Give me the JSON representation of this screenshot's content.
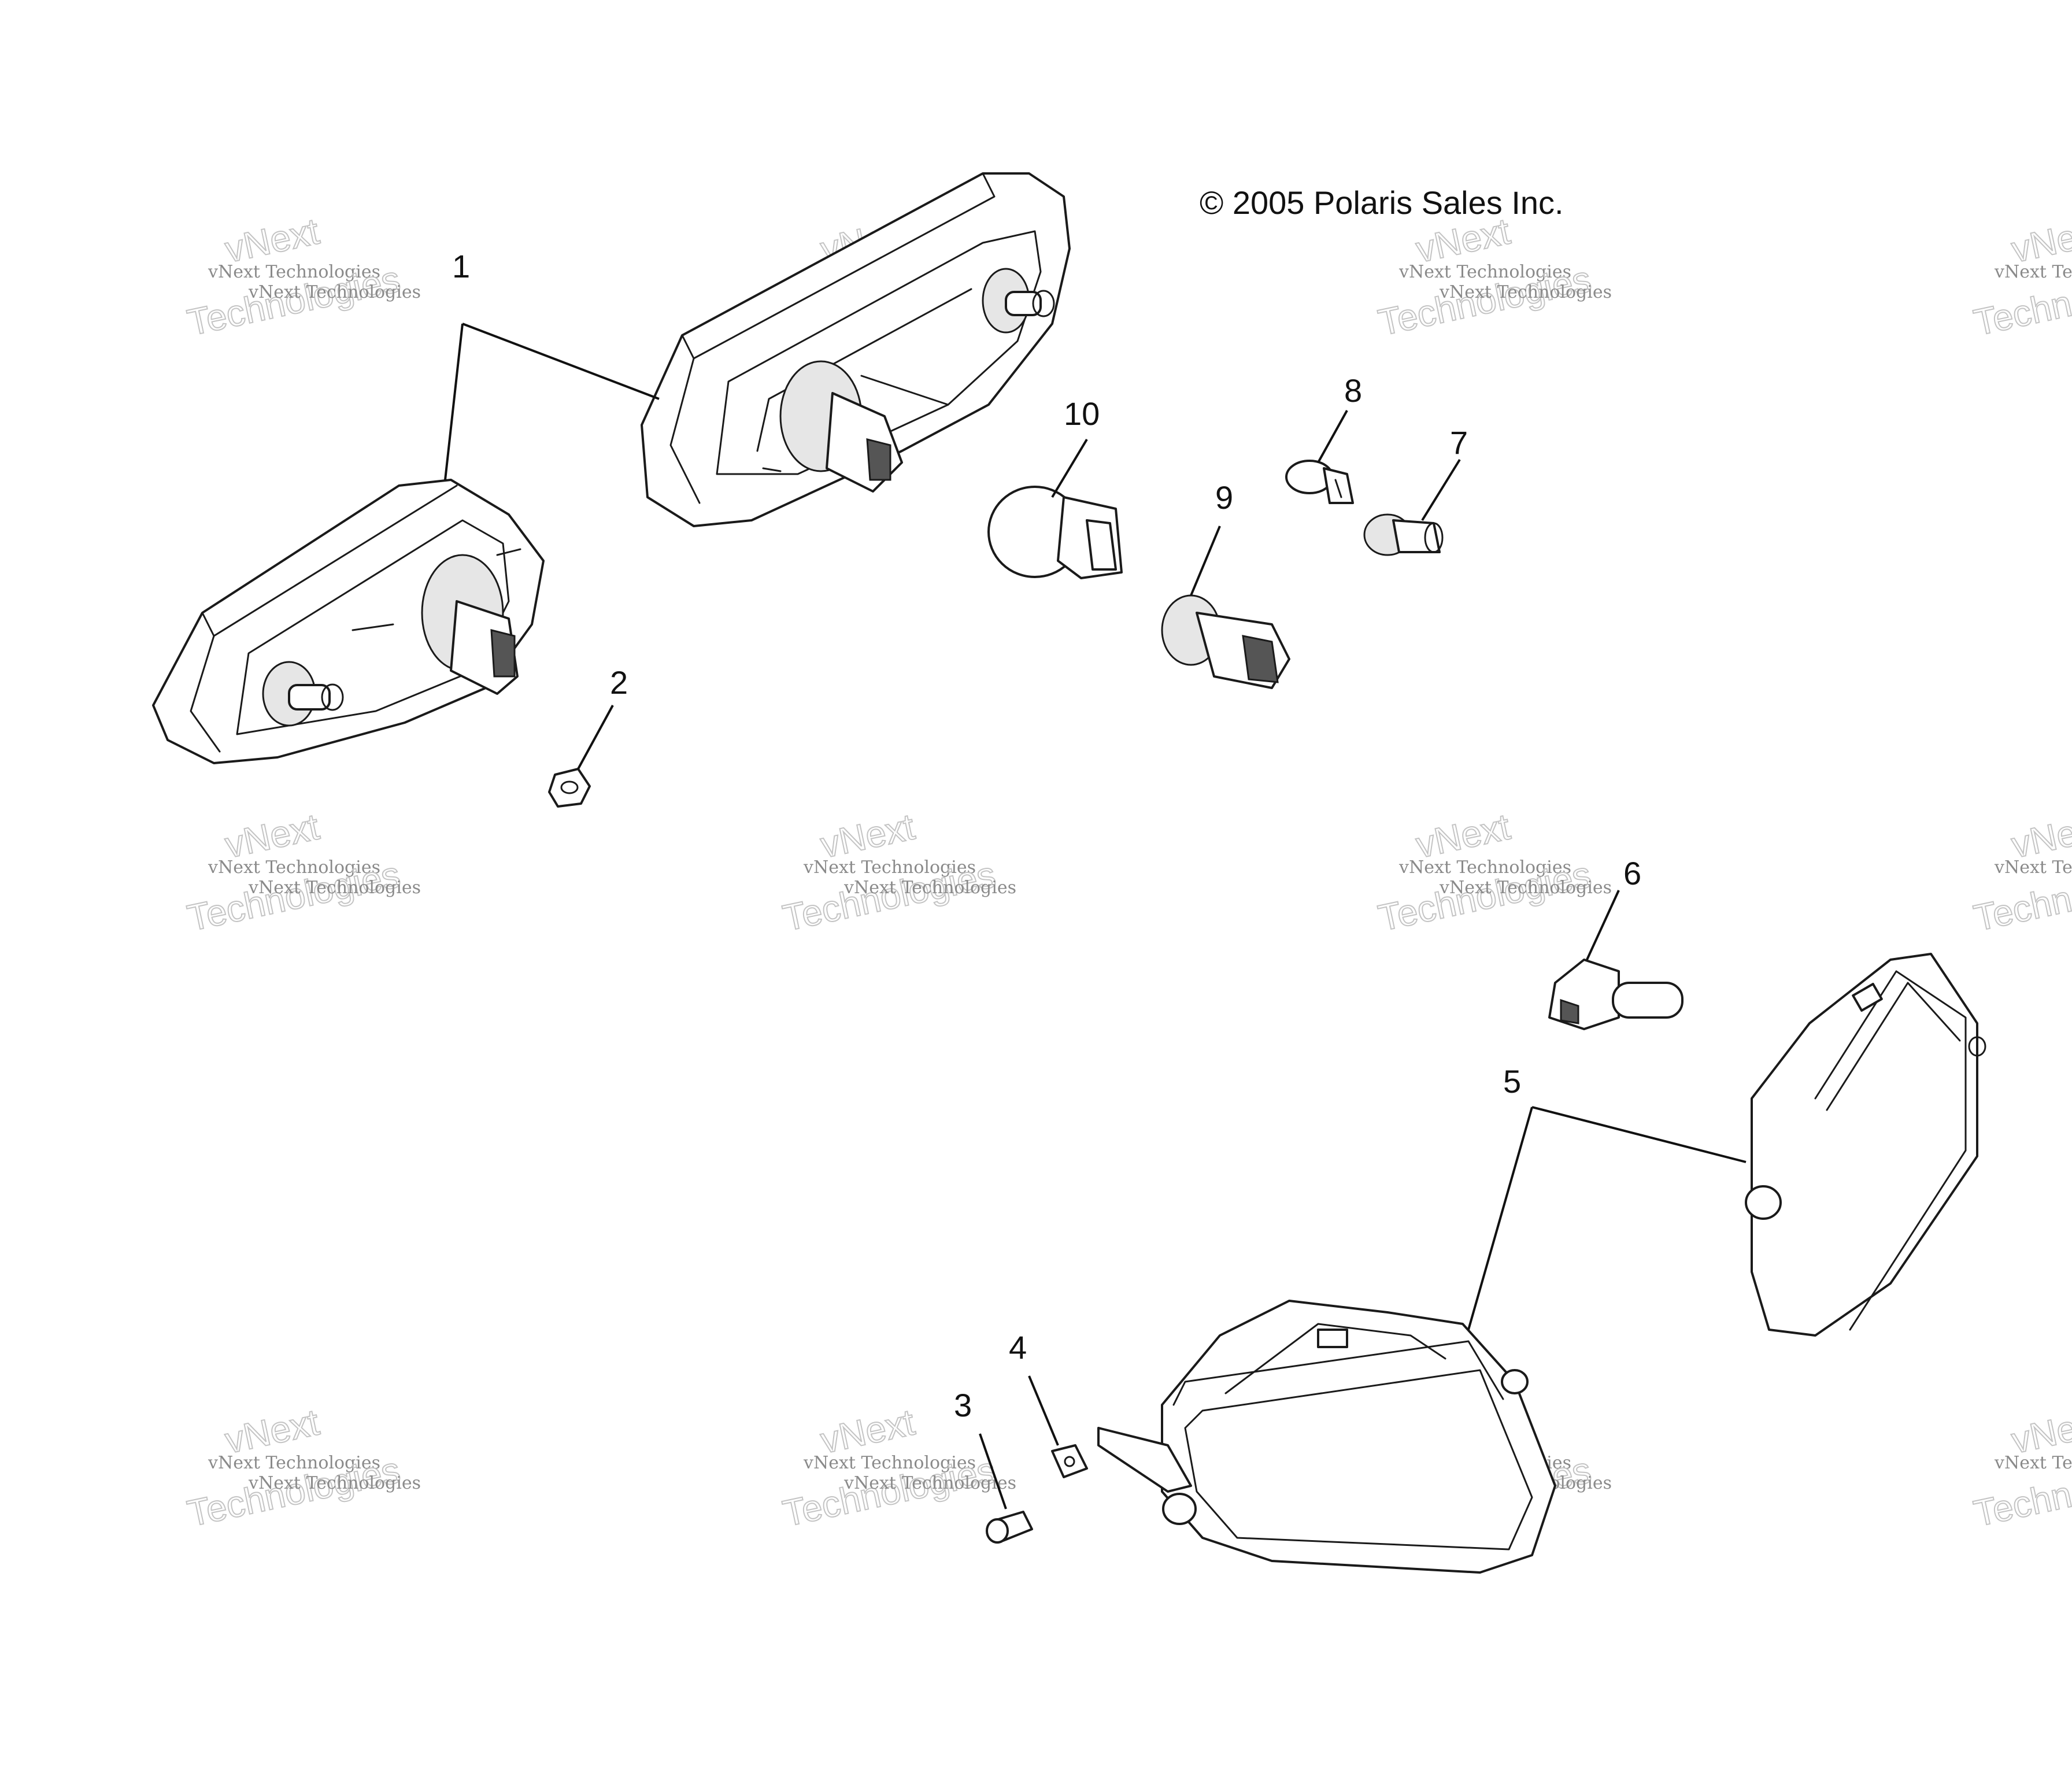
{
  "copyright": "© 2005 Polaris Sales Inc.",
  "watermark": {
    "small_text": "vNext Technologies",
    "large_text_top": "vNext",
    "large_text_bottom": "Technologies"
  },
  "callouts": [
    {
      "id": "1",
      "part": "tail-light-assembly"
    },
    {
      "id": "2",
      "part": "nut"
    },
    {
      "id": "3",
      "part": "rivet"
    },
    {
      "id": "4",
      "part": "clip"
    },
    {
      "id": "5",
      "part": "headlight-assembly"
    },
    {
      "id": "6",
      "part": "headlight-bulb"
    },
    {
      "id": "7",
      "part": "bulb-socket"
    },
    {
      "id": "8",
      "part": "wedge-bulb"
    },
    {
      "id": "9",
      "part": "bulb-socket"
    },
    {
      "id": "10",
      "part": "brake-light-bulb"
    }
  ],
  "labels": {
    "c1": "1",
    "c2": "2",
    "c3": "3",
    "c4": "4",
    "c5": "5",
    "c6": "6",
    "c7": "7",
    "c8": "8",
    "c9": "9",
    "c10": "10"
  }
}
